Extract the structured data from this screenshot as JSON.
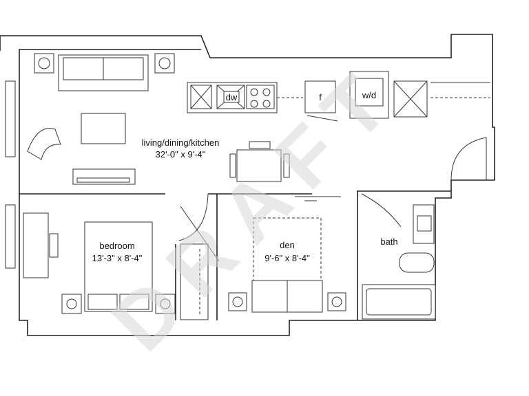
{
  "rooms": {
    "living": {
      "name": "living/dining/kitchen",
      "size": "32'-0\" x 9'-4\""
    },
    "bedroom": {
      "name": "bedroom",
      "size": "13'-3\" x 8'-4\""
    },
    "den": {
      "name": "den",
      "size": "9'-6\" x 8'-4\""
    },
    "bath": {
      "name": "bath"
    }
  },
  "appliances": {
    "dishwasher": "dw",
    "fridge": "f",
    "washer_dryer": "w/d"
  },
  "watermark": "DRAFT",
  "colors": {
    "line": "#222222",
    "watermark": "#d8d8d8",
    "background": "#ffffff"
  }
}
